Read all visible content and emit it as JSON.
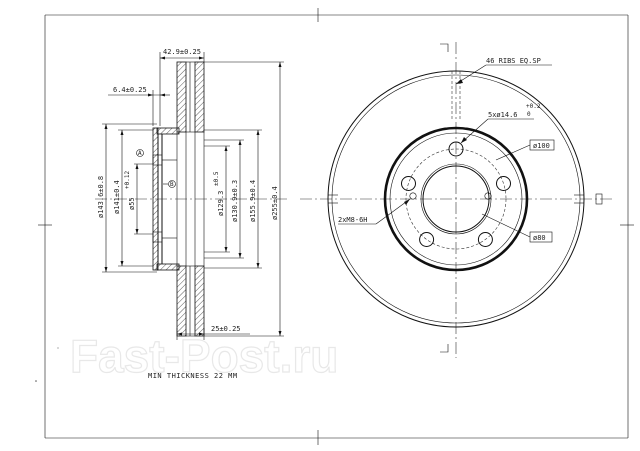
{
  "side_view": {
    "dims": {
      "width_total": "42.9±0.25",
      "hat_offset": "6.4±0.25",
      "pad_width": "25±0.25",
      "dia_143": "ø143.6±0.8",
      "dia_141": "ø141±0.4",
      "dia_55": "ø55",
      "dia_55_tol": "+0.12",
      "dia_129": "ø129.3",
      "dia_129_tol": "±0.5",
      "dia_130": "ø130.9±0.3",
      "dia_155": "ø155.9±0.4",
      "dia_255": "ø255±0.4"
    },
    "datum_a": "A",
    "datum_b": "B"
  },
  "front_view": {
    "ribs_note": "46 RIBS EQ.SP",
    "bolt_note": "5xø14.6",
    "bolt_tol_plus": "+0.2",
    "bolt_tol_zero": "0",
    "pcd_label": "ø100",
    "pilot_label": "ø80",
    "thread_label": "2xM8-6H"
  },
  "footer": {
    "min_thickness": "MIN THICKNESS 22 MM"
  },
  "watermark": "Fast-Post.ru"
}
